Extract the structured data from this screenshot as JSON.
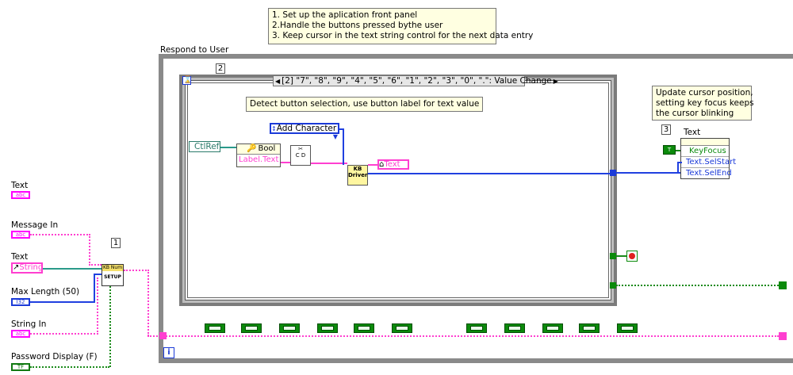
{
  "note_top": {
    "lines": [
      "1. Set up the aplication front panel",
      "2.Handle the buttons pressed bythe user",
      "3. Keep cursor in the text string control for the next data entry"
    ]
  },
  "while_loop": {
    "label": "Respond to User",
    "iteration_terminal": "i"
  },
  "sequence_frame_2": {
    "number": "2"
  },
  "event_structure": {
    "selector": "[2] \"7\", \"8\", \"9\", \"4\", \"5\", \"6\", \"1\", \"2\", \"3\", \"0\", \".\": Value Change"
  },
  "note_detect": "Detect button selection, use button label for text value",
  "note_update": {
    "lines": [
      "Update cursor position,",
      "setting key focus keeps",
      "the cursor blinking"
    ]
  },
  "sequence_frame_3": {
    "number": "3"
  },
  "sequence_frame_1": {
    "number": "1"
  },
  "ctlref_label": "CtlRef",
  "bool_node": "Bool",
  "label_text": "Label.Text",
  "add_character": "Add Character",
  "kb_driver": {
    "line1": "KB",
    "line2": "Driver"
  },
  "text_ref": "Text",
  "property_node": {
    "title": "Text",
    "items": [
      "KeyFocus",
      "Text.SelStart",
      "Text.SelEnd"
    ]
  },
  "setup_subvi": {
    "top": "KB Num",
    "bottom": "SETUP"
  },
  "string_control": "String",
  "terminals": [
    {
      "label": "Text",
      "type": "abc"
    },
    {
      "label": "Message In",
      "type": "abc"
    },
    {
      "label": "Text",
      "type": "abc"
    },
    {
      "label": "Max Length (50)",
      "type": "I32"
    },
    {
      "label": "String In",
      "type": "abc"
    },
    {
      "label": "Password Display (F)",
      "type": "TF"
    }
  ],
  "colors": {
    "structure_gray": "#8a8a8a",
    "string_wire": "#ff3fd0",
    "int_wire": "#2040e0",
    "bool_green": "#0b8a0b",
    "note_bg": "#ffffe1"
  }
}
